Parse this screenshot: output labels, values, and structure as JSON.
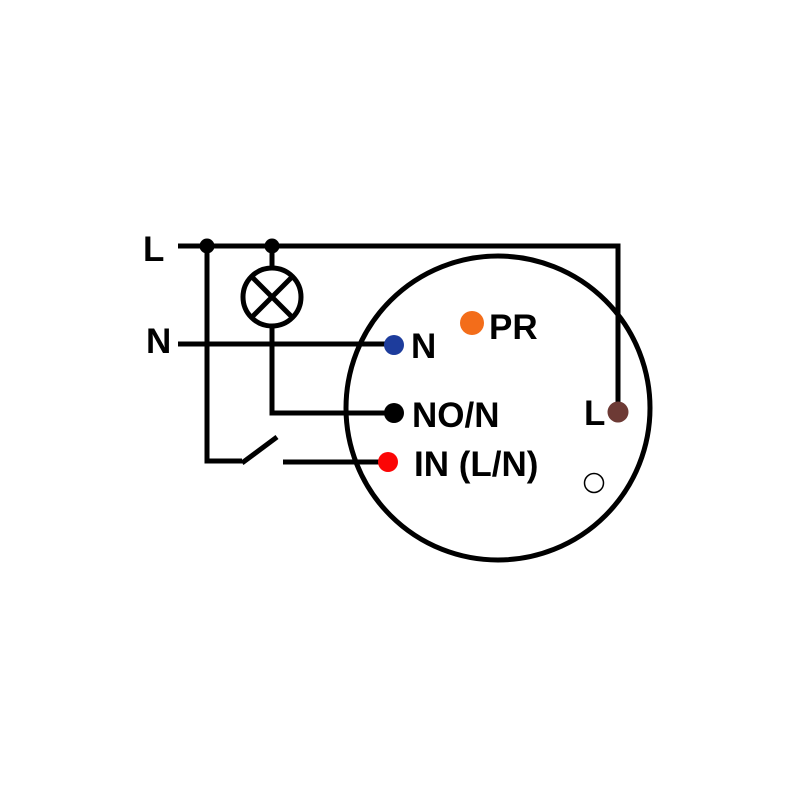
{
  "diagram": {
    "background_color": "#ffffff",
    "line_color": "#000000",
    "supply": {
      "live_label": "L",
      "neutral_label": "N"
    },
    "icons": {
      "lamp": "crossed-circle-lamp",
      "switch": "open-switch-contact"
    },
    "device": {
      "terminals": {
        "n": {
          "label": "N",
          "color": "#1d3c9c"
        },
        "pr": {
          "label": "PR",
          "color": "#f36d1a"
        },
        "no_n": {
          "label": "NO/N",
          "color": "#000000"
        },
        "in_ln": {
          "label": "IN (L/N)",
          "color": "#fb0606"
        },
        "l": {
          "label": "L",
          "color": "#6d3a35"
        },
        "spare": {
          "color": "#ffffff"
        }
      }
    }
  }
}
